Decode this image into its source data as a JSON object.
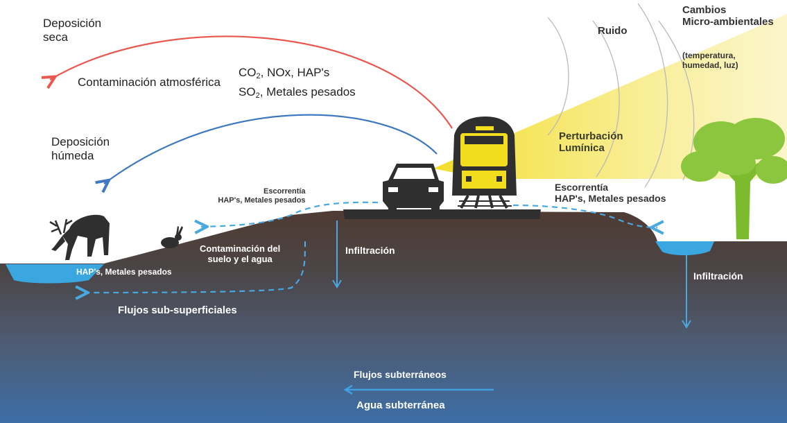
{
  "labels": {
    "dry_deposition": [
      "Deposición",
      "seca"
    ],
    "wet_deposition": [
      "Deposición",
      "húmeda"
    ],
    "atmospheric_pollution": "Contaminación atmosférica",
    "pollutants_line1": {
      "a": "CO",
      "a_sub": "2",
      "b": ", NOx, HAP's"
    },
    "pollutants_line2": {
      "a": "SO",
      "a_sub": "2",
      "b": ", Metales pesados"
    },
    "noise": "Ruido",
    "micro_changes": [
      "Cambios",
      "Micro-ambientales"
    ],
    "micro_changes_detail": [
      "(temperatura,",
      "humedad, luz)"
    ],
    "light_disturbance": [
      "Perturbación",
      "Lumínica"
    ],
    "runoff_left": [
      "Escorrentía",
      "HAP's, Metales pesados"
    ],
    "runoff_right": [
      "Escorrentía",
      "HAP's, Metales pesados"
    ],
    "soil_water_pollution": [
      "Contaminación del",
      "suelo y el agua"
    ],
    "infiltration_center": "Infiltración",
    "infiltration_right": "Infiltración",
    "pond_left_pollutants": "HAP's, Metales pesados",
    "subsurface_flows": "Flujos sub-superficiales",
    "groundwater_flows": "Flujos subterráneos",
    "groundwater": "Agua subterránea"
  },
  "colors": {
    "dry_arrow": "#e8584f",
    "wet_arrow": "#3f78c0",
    "light_beam": "#f4df3c",
    "water": "#3a9fd8",
    "soil_top": "#4f3b33",
    "soil_mid": "#4e5566",
    "soil_bottom": "#3f6aa0",
    "tree": "#8cc63f",
    "train": "#2f2f2f"
  }
}
